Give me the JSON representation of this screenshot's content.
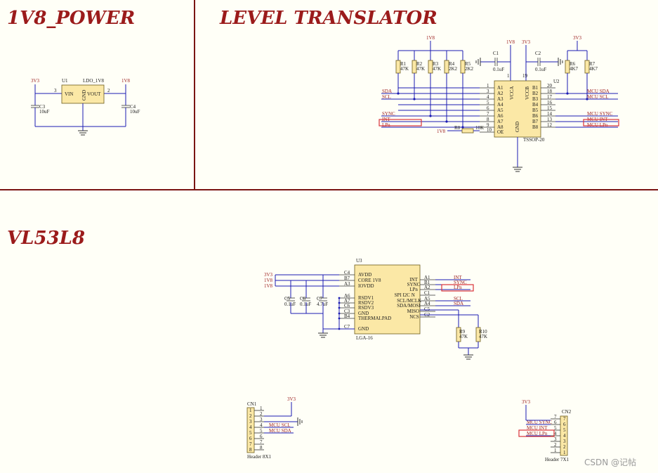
{
  "titles": {
    "power": "1V8_POWER",
    "translator": "LEVEL TRANSLATOR",
    "sensor": "VL53L8"
  },
  "watermark": "CSDN @记帖",
  "power": {
    "rail_in": "3V3",
    "rail_out": "1V8",
    "u1": {
      "ref": "U1",
      "value": "LDO_1V8",
      "vin": "VIN",
      "vout": "VOUT",
      "gnd": "GND",
      "pin_in": "3",
      "pin_out": "2"
    },
    "c3": {
      "ref": "C3",
      "value": "10uF"
    },
    "c4": {
      "ref": "C4",
      "value": "10uF"
    }
  },
  "translator": {
    "u2": {
      "ref": "U2",
      "package": "TSSOP-20",
      "vcca": "VCCA",
      "vccb": "VCCB",
      "gnd": "GND",
      "pin_vcca": "1",
      "pin_vccb": "19"
    },
    "left_pins": [
      {
        "num": "1",
        "name": "A1",
        "net": ""
      },
      {
        "num": "3",
        "name": "A2",
        "net": "SDA"
      },
      {
        "num": "4",
        "name": "A3",
        "net": "SCL"
      },
      {
        "num": "5",
        "name": "A4",
        "net": ""
      },
      {
        "num": "6",
        "name": "A5",
        "net": ""
      },
      {
        "num": "7",
        "name": "A6",
        "net": "SYNC"
      },
      {
        "num": "8",
        "name": "A7",
        "net": "INT"
      },
      {
        "num": "9",
        "name": "A8",
        "net": "LPn"
      },
      {
        "num": "10",
        "name": "OE",
        "net": ""
      }
    ],
    "right_pins": [
      {
        "num": "20",
        "name": "B1",
        "net": ""
      },
      {
        "num": "18",
        "name": "B2",
        "net": "MCU_SDA"
      },
      {
        "num": "17",
        "name": "B3",
        "net": "MCU_SCL"
      },
      {
        "num": "16",
        "name": "B4",
        "net": ""
      },
      {
        "num": "15",
        "name": "B5",
        "net": ""
      },
      {
        "num": "14",
        "name": "B6",
        "net": "MCU_SYNC"
      },
      {
        "num": "13",
        "name": "B7",
        "net": "MCU_INT"
      },
      {
        "num": "12",
        "name": "B8",
        "net": "MCU_LPn"
      }
    ],
    "pullups_a": [
      {
        "ref": "R1",
        "value": "47K"
      },
      {
        "ref": "R2",
        "value": "47K"
      },
      {
        "ref": "R3",
        "value": "47K"
      },
      {
        "ref": "R4",
        "value": "2K2"
      },
      {
        "ref": "R5",
        "value": "2K2"
      }
    ],
    "pullups_b": [
      {
        "ref": "R6",
        "value": "4K7"
      },
      {
        "ref": "R7",
        "value": "4K7"
      }
    ],
    "r8": {
      "ref": "R8",
      "value": "10K"
    },
    "c1": {
      "ref": "C1",
      "value": "0.1uF"
    },
    "c2": {
      "ref": "C2",
      "value": "0.1uF"
    },
    "rail_1v8": "1V8",
    "rail_3v3": "3V3"
  },
  "sensor": {
    "u3": {
      "ref": "U3",
      "package": "LGA-16"
    },
    "left_pins": [
      {
        "num": "C4",
        "name": "AVDD",
        "net": "3V3"
      },
      {
        "num": "B7",
        "name": "CORE_1V8",
        "net": "1V8"
      },
      {
        "num": "A3",
        "name": "IOVDD",
        "net": "1V8"
      },
      {
        "num": "A6",
        "name": "RSDV1",
        "net": ""
      },
      {
        "num": "A7",
        "name": "RSDV2",
        "net": ""
      },
      {
        "num": "C6",
        "name": "RSDV3",
        "net": ""
      },
      {
        "num": "C3",
        "name": "GND",
        "net": ""
      },
      {
        "num": "B4",
        "name": "THERMALPAD",
        "net": ""
      },
      {
        "num": "C7",
        "name": "GND",
        "net": ""
      }
    ],
    "right_pins": [
      {
        "num": "A1",
        "name": "INT",
        "net": "INT"
      },
      {
        "num": "B1",
        "name": "SYNC",
        "net": "SYNC"
      },
      {
        "num": "A2",
        "name": "LPn",
        "net": "LPn"
      },
      {
        "num": "C1",
        "name": "SPI_I2C_N",
        "net": ""
      },
      {
        "num": "A5",
        "name": "SCL/MCLK",
        "net": "SCL"
      },
      {
        "num": "A4",
        "name": "SDA/MOSI",
        "net": "SDA"
      },
      {
        "num": "C5",
        "name": "MISO",
        "net": ""
      },
      {
        "num": "C2",
        "name": "NCS",
        "net": ""
      }
    ],
    "caps": [
      {
        "ref": "C5",
        "value": "0.1uF"
      },
      {
        "ref": "C6",
        "value": "0.1uF"
      },
      {
        "ref": "C7",
        "value": "4.7uF"
      }
    ],
    "resistors": [
      {
        "ref": "R9",
        "value": "47K"
      },
      {
        "ref": "R10",
        "value": "47K"
      }
    ]
  },
  "connectors": {
    "cn1": {
      "ref": "CN1",
      "label": "Header 8X1",
      "rail": "3V3",
      "pins": [
        {
          "num": "1",
          "net": ""
        },
        {
          "num": "2",
          "net": ""
        },
        {
          "num": "3",
          "net": ""
        },
        {
          "num": "4",
          "net": "MCU_SCL"
        },
        {
          "num": "5",
          "net": "MCU_SDA"
        },
        {
          "num": "6",
          "net": ""
        },
        {
          "num": "7",
          "net": ""
        },
        {
          "num": "8",
          "net": ""
        }
      ]
    },
    "cn2": {
      "ref": "CN2",
      "label": "Header 7X1",
      "rail": "3V3",
      "pins": [
        {
          "num": "7",
          "net": ""
        },
        {
          "num": "6",
          "net": "MCU_SYNC"
        },
        {
          "num": "5",
          "net": "MCU_INT"
        },
        {
          "num": "4",
          "net": "MCU_LPn"
        },
        {
          "num": "3",
          "net": ""
        },
        {
          "num": "2",
          "net": ""
        },
        {
          "num": "1",
          "net": ""
        }
      ]
    }
  }
}
